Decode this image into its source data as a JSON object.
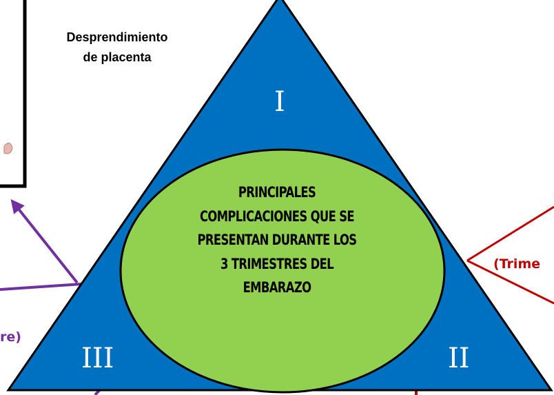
{
  "placenta_label": [
    "Desprendimiento",
    "de placenta"
  ],
  "vertices": {
    "top": "I",
    "bottom_right": "II",
    "bottom_left": "III"
  },
  "center_text": [
    "PRINCIPALES",
    "COMPLICACIONES QUE SE",
    "PRESENTAN DURANTE LOS",
    "3 TRIMESTRES DEL",
    "EMBARAZO"
  ],
  "edge_labels": {
    "left": "re)",
    "right": "(Trime"
  },
  "colors": {
    "triangle_fill": "#0070c0",
    "ellipse_fill": "#92d050",
    "left_arrow": "#7030a0",
    "right_lines": "#c00000"
  }
}
